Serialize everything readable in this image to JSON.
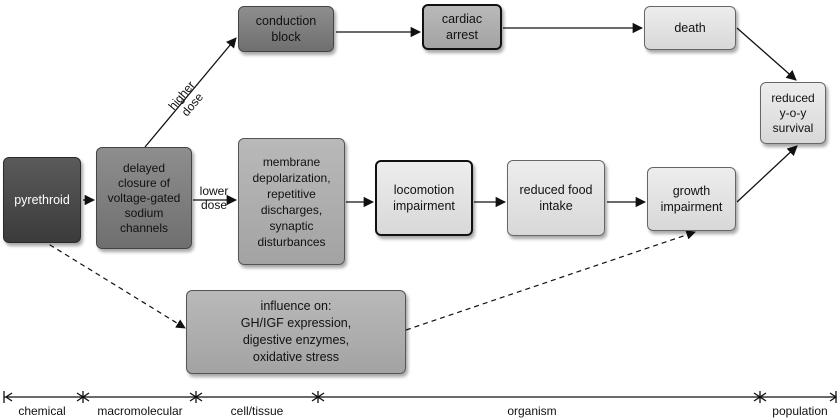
{
  "nodes": {
    "pyrethroid": "pyrethroid",
    "sodium_channels": "delayed\nclosure of\nvoltage-gated\nsodium\nchannels",
    "conduction_block": "conduction\nblock",
    "cardiac_arrest": "cardiac\narrest",
    "death": "death",
    "reduced_survival": "reduced\ny-o-y\nsurvival",
    "membrane": "membrane\ndepolarization,\nrepetitive\ndischarges,\nsynaptic\ndisturbances",
    "locomotion": "locomotion\nimpairment",
    "reduced_food": "reduced food\nintake",
    "growth": "growth\nimpairment",
    "influence": "influence on:\nGH/IGF expression,\ndigestive enzymes,\noxidative stress"
  },
  "edge_labels": {
    "higher_dose": "higher\ndose",
    "lower_dose": "lower\ndose"
  },
  "scale": {
    "chemical": "chemical",
    "macromolecular": "macromolecular",
    "cell_tissue": "cell/tissue",
    "organism": "organism",
    "population": "population"
  }
}
